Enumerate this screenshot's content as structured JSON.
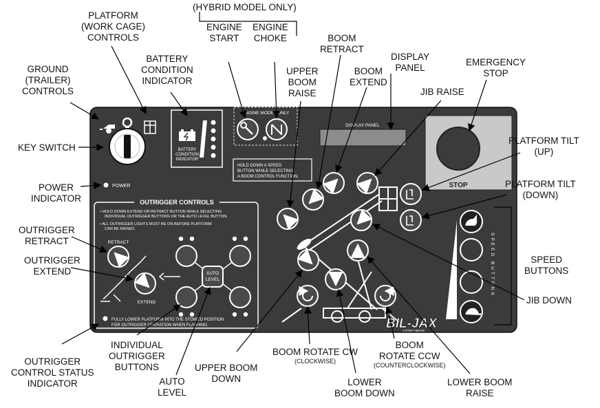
{
  "callouts": {
    "hybrid_model_only": "(HYBRID MODEL ONLY)",
    "platform_controls": [
      "PLATFORM",
      "(WORK CAGE)",
      "CONTROLS"
    ],
    "engine_start": [
      "ENGINE",
      "START"
    ],
    "engine_choke": [
      "ENGINE",
      "CHOKE"
    ],
    "boom_retract": [
      "BOOM",
      "RETRACT"
    ],
    "display_panel": [
      "DISPLAY",
      "PANEL"
    ],
    "emergency_stop": [
      "EMERGENCY",
      "STOP"
    ],
    "battery_indicator": [
      "BATTERY",
      "CONDITION",
      "INDICATOR"
    ],
    "ground_controls": [
      "GROUND",
      "(TRAILER)",
      "CONTROLS"
    ],
    "upper_boom_raise": [
      "UPPER",
      "BOOM",
      "RAISE"
    ],
    "boom_extend": [
      "BOOM",
      "EXTEND"
    ],
    "jib_raise": "JIB RAISE",
    "key_switch": "KEY SWITCH",
    "platform_tilt_up": [
      "PLATFORM TILT",
      "(UP)"
    ],
    "power_indicator": [
      "POWER",
      "INDICATOR"
    ],
    "platform_tilt_down": [
      "PLATFORM TILT",
      "(DOWN)"
    ],
    "outrigger_retract": [
      "OUTRIGGER",
      "RETRACT"
    ],
    "outrigger_extend": [
      "OUTRIGGER",
      "EXTEND"
    ],
    "speed_buttons": [
      "SPEED",
      "BUTTONS"
    ],
    "jib_down": "JIB DOWN",
    "individual_outrigger_buttons": [
      "INDIVIDUAL",
      "OUTRIGGER",
      "BUTTONS"
    ],
    "boom_rotate_cw": "BOOM ROTATE CW",
    "clockwise": "(CLOCKWISE)",
    "boom_rotate_ccw": [
      "BOOM",
      "ROTATE CCW"
    ],
    "counterclockwise": "(COUNTERCLOCKWISE)",
    "outrigger_status": [
      "OUTRIGGER",
      "CONTROL STATUS",
      "INDICATOR"
    ],
    "upper_boom_down": [
      "UPPER BOOM",
      "DOWN"
    ],
    "auto_level": [
      "AUTO",
      "LEVEL"
    ],
    "lower_boom_down": [
      "LOWER",
      "BOOM DOWN"
    ],
    "lower_boom_raise": [
      "LOWER BOOM",
      "RAISE"
    ]
  },
  "panel": {
    "engine_model_only": "ENGINE MODEL ONLY",
    "display_panel": "DISPLAY PANEL",
    "battery_label": [
      "BATTERY",
      "CONDITION",
      "INDICATOR"
    ],
    "hold_down_note": [
      "HOLD DOWN A SPEED",
      "BUTTON WHILE SELECTING",
      "A BOOM CONTROL FUNCTION."
    ],
    "power": "POWER",
    "stop": "STOP",
    "outrigger_controls": "OUTRIGGER CONTROLS",
    "outrigger_note_1": [
      "• HOLD DOWN EXTEND OR RETRACT BUTTON WHILE SELECTING",
      "INDIVIDUAL OUTRIGGER BUTTONS OR THE AUTO LEVEL BUTTON."
    ],
    "outrigger_note_2": [
      "• ALL OUTRIGGER LIGHTS MUST BE ON BEFORE PLATFORM",
      "CAN BE RAISED."
    ],
    "retract": "RETRACT",
    "extend": "EXTEND",
    "auto_level": [
      "AUTO",
      "LEVEL"
    ],
    "fully_lower_note": [
      "FULLY LOWER PLATFORM INTO THE STOWED POSITION",
      "FOR OUTRIGGER OPERATION WHEN FLASHING."
    ],
    "speed_buttons_vertical": "SPEED BUTTONS",
    "logo": "BIL-JAX",
    "logo_sub": "A STEP ABOVE"
  },
  "colors": {
    "panel": "#3b3b3b",
    "panel_dark": "#222222",
    "display_window": "#8c8c8c",
    "stop_frame": "#c9c9c9",
    "button_face": "#4a4a4a",
    "text_on_panel": "#ffffff"
  }
}
